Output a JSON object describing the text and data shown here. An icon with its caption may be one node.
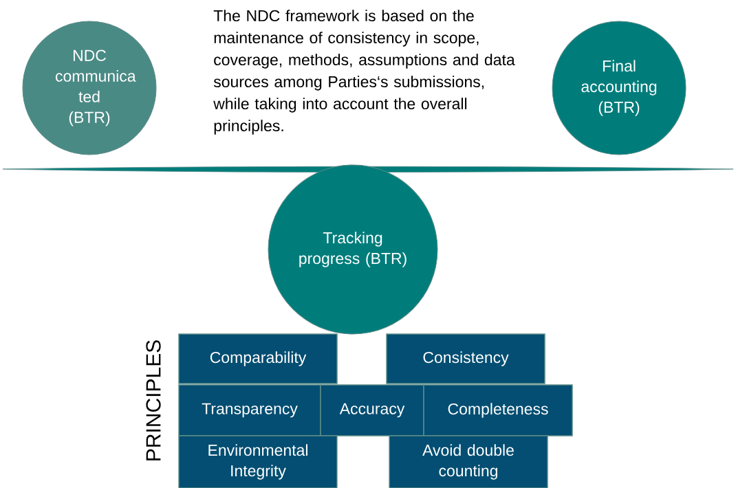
{
  "diagram": {
    "nodes": [
      {
        "text": [
          "NDC communica ted (BTR)"
        ]
      },
      {
        "text": [
          "Final accounting (BTR)"
        ]
      },
      {
        "text": [
          "Tracking progress (BTR)"
        ]
      },
      {
        "text": [
          "Comparability"
        ]
      },
      {
        "text": [
          "Consistency"
        ]
      },
      {
        "text": [
          "Transparency"
        ]
      },
      {
        "text": [
          "Accuracy"
        ]
      },
      {
        "text": [
          "Completeness"
        ]
      },
      {
        "text": [
          "Environmental Integrity"
        ]
      },
      {
        "text": [
          "Avoid double counting"
        ]
      }
    ],
    "labels": [
      "The NDC framework is based on the maintenance of consistency in scope, coverage, methods, assumptions and data sources among Parties‘s submissions, while taking into account the overall principles.",
      "PRINCIPLES"
    ]
  }
}
